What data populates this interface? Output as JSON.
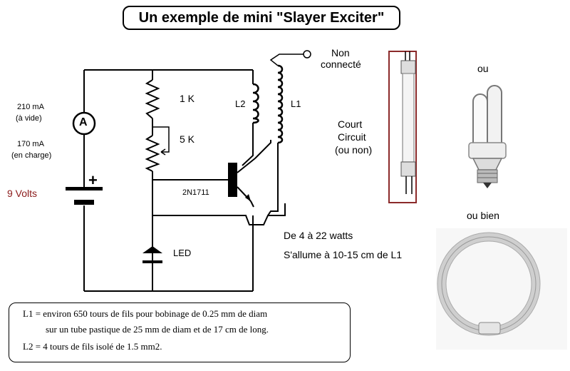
{
  "title": "Un exemple de mini  \"Slayer Exciter\"",
  "labels": {
    "non_connecte_1": "Non",
    "non_connecte_2": "connecté",
    "ou": "ou",
    "ou_bien": "ou bien",
    "court_circuit_1": "Court",
    "court_circuit_2": "Circuit",
    "court_circuit_3": "(ou non)",
    "current_idle": "210 mA",
    "current_idle_note": "(à vide)",
    "current_load": "170 mA",
    "current_load_note": "(en charge)",
    "ammeter": "A",
    "battery_plus": "+",
    "voltage": "9 Volts",
    "r1": "1 K",
    "r2": "5 K",
    "l2": "L2",
    "l1": "L1",
    "transistor": "2N1711",
    "led": "LED",
    "watts": "De 4 à 22 watts",
    "distance": "S'allume à 10-15 cm de L1"
  },
  "notes": {
    "line1": "L1 = environ 650 tours de fils pour bobinage de  0.25 mm  de diam",
    "line2": "sur un tube pastique de  25  mm de diam et de 17 cm de long.",
    "line3": "L2  =  4 tours de fils isolé de 1.5 mm2."
  },
  "colors": {
    "voltage_label": "#8b1a1a",
    "tube_outline": "#8b2a2a"
  }
}
